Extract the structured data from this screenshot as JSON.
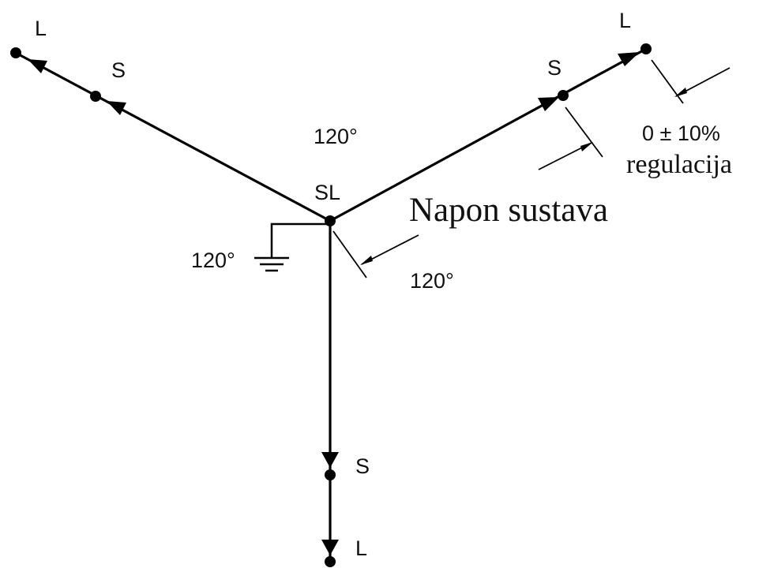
{
  "labels": {
    "center": "SL",
    "source_s": "S",
    "load_l": "L",
    "angle": "120°",
    "regulation_value": "0 ± 10%",
    "regulation_word": "regulacija",
    "system_voltage": "Napon sustava"
  },
  "colors": {
    "line": "#000000",
    "text": "#111111",
    "background": "#ffffff"
  },
  "icons": [
    "ground-icon",
    "arrowhead-icon",
    "node-dot"
  ]
}
